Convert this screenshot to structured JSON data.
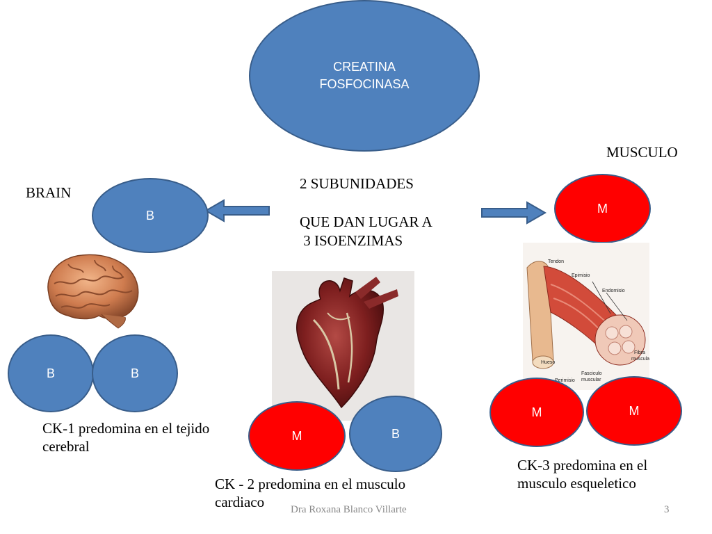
{
  "title": {
    "line1": "CREATINA",
    "line2": "FOSFOCINASA"
  },
  "labels": {
    "musculo": "MUSCULO",
    "brain": "BRAIN",
    "center_line1": "2 SUBUNIDADES",
    "center_line2": "QUE DAN LUGAR A",
    "center_line3": " 3 ISOENZIMAS"
  },
  "subunits": {
    "brain_single": "B",
    "muscle_single": "M",
    "ck1_a": "B",
    "ck1_b": "B",
    "ck2_a": "M",
    "ck2_b": "B",
    "ck3_a": "M",
    "ck3_b": "M"
  },
  "captions": {
    "ck1": "CK-1 predomina en el tejido\ncerebral",
    "ck2": "CK - 2 predomina en el musculo\ncardiaco",
    "ck3": "CK-3 predomina en el\nmusculo esqueletico"
  },
  "muscle_figure_labels": {
    "tendon": "Tendon",
    "epimisio": "Epimisio",
    "endomisio": "Endomisio",
    "hueso": "Hueso",
    "perimisio": "Perimisio",
    "fasciculo": "Fasciculo",
    "muscular": "muscular",
    "fibra": "Fibra",
    "fibra_muscular": "muscular"
  },
  "footer": {
    "author": "Dra Roxana Blanco Villarte",
    "page": "3"
  },
  "colors": {
    "blue": "#4f81bd",
    "red": "#ff0000",
    "border": "#385d8a"
  }
}
